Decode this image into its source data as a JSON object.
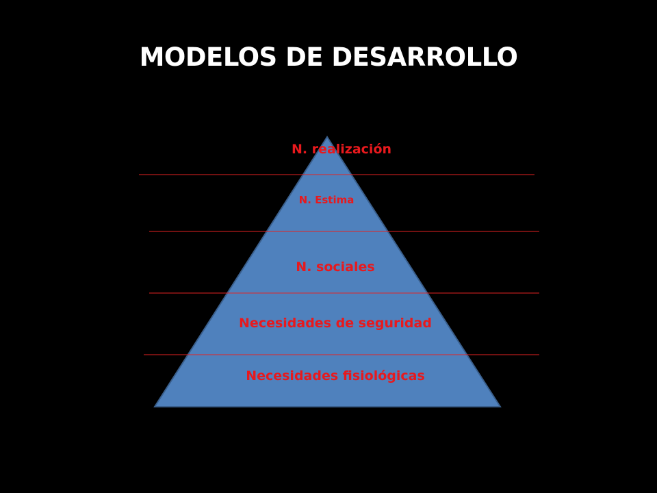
{
  "slide": {
    "title": "MODELOS DE DESARROLLO"
  },
  "pyramid": {
    "fill_color": "#4f81bd",
    "outline_color": "#3a5f8c",
    "divider_color": "#e32222",
    "label_color": "#e8191d",
    "levels": [
      {
        "label": "N. realización"
      },
      {
        "label": "N. Estima"
      },
      {
        "label": "N. sociales"
      },
      {
        "label": "Necesidades de seguridad"
      },
      {
        "label": "Necesidades fisiológicas"
      }
    ]
  }
}
